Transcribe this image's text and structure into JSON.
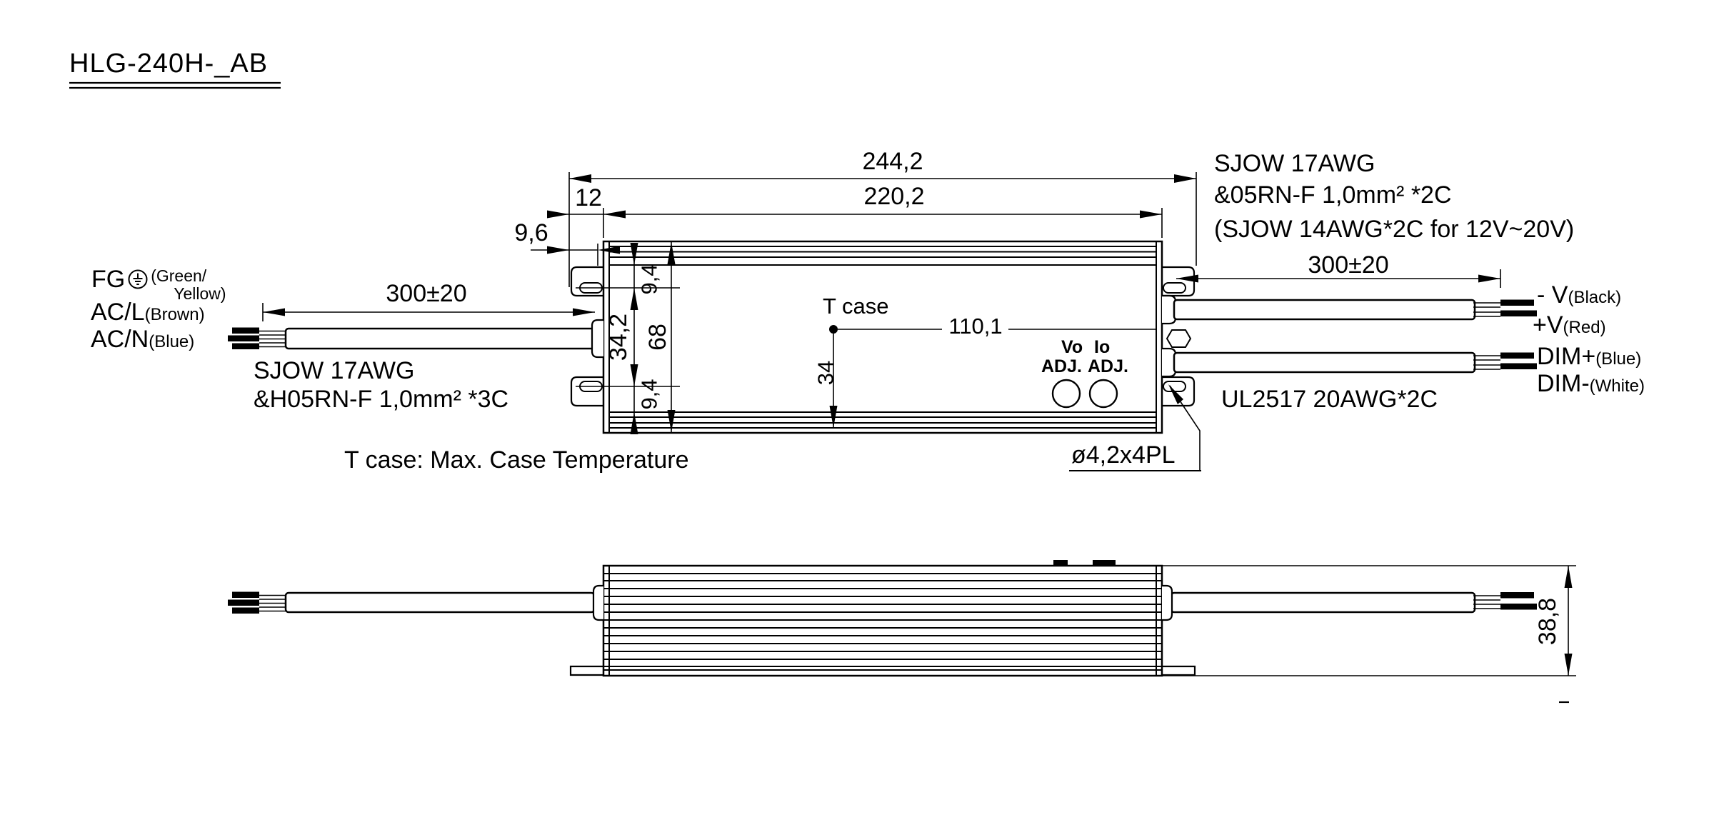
{
  "title": "HLG-240H-_AB",
  "note": "T case: Max. Case Temperature",
  "top_view": {
    "dims": {
      "overall_length": "244,2",
      "mounting_pitch": "220,2",
      "end_to_hole": "12",
      "end_to_slot": "9,6",
      "hole_pitch_cross": "34,2",
      "case_width": "68",
      "edge_to_hole_top": "9,4",
      "edge_to_hole_bottom": "9,4",
      "input_cable_length": "300±20",
      "output_cable_length": "300±20",
      "tcase_from_end": "110,1",
      "tcase_from_edge": "34",
      "mounting_hole": "ø4,2x4PL"
    },
    "tcase_label": "T case",
    "adjusters": {
      "vo": "Vo",
      "io": "Io",
      "adj_1": "ADJ.",
      "adj_2": "ADJ."
    },
    "input": {
      "fg_label": "FG",
      "fg_color_line1": "(Green/",
      "fg_color_line2": "Yellow)",
      "line_label": "AC/L",
      "line_color": "(Brown)",
      "neutral_label": "AC/N",
      "neutral_color": "(Blue)",
      "cable_spec_line1": "SJOW 17AWG",
      "cable_spec_line2": "&H05RN-F 1,0mm² *3C"
    },
    "output": {
      "cable_spec_line1": "SJOW 17AWG",
      "cable_spec_line2": "&05RN-F 1,0mm² *2C",
      "cable_spec_line3": "(SJOW 14AWG*2C for 12V~20V)",
      "neg_label": "- V",
      "neg_color": "(Black)",
      "pos_label": "+V",
      "pos_color": "(Red)",
      "dim_plus_label": "DIM+",
      "dim_plus_color": "(Blue)",
      "dim_minus_label": "DIM-",
      "dim_minus_color": "(White)",
      "dim_cable_spec": "UL2517 20AWG*2C"
    }
  },
  "side_view": {
    "dims": {
      "height": "38,8"
    }
  }
}
